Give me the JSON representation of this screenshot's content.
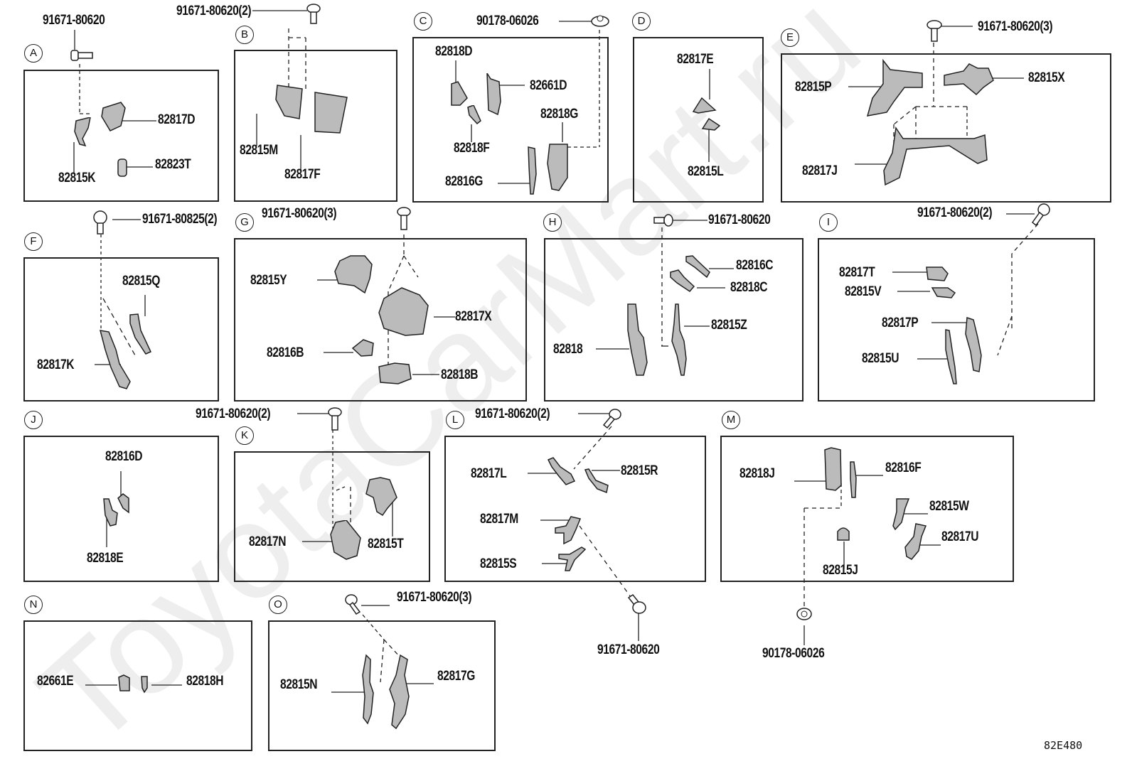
{
  "diagram_code": "82E480",
  "watermark": "ToyotaCarMart.ru",
  "groups": [
    {
      "id": "A",
      "fasteners": [
        {
          "code": "91671-80620"
        }
      ],
      "parts": [
        "82817D",
        "82815K",
        "82823T"
      ]
    },
    {
      "id": "B",
      "fasteners": [
        {
          "code": "91671-80620(2)"
        }
      ],
      "parts": [
        "82815M",
        "82817F"
      ]
    },
    {
      "id": "C",
      "fasteners": [
        {
          "code": "90178-06026"
        }
      ],
      "parts": [
        "82818D",
        "82661D",
        "82818G",
        "82818F",
        "82816G"
      ]
    },
    {
      "id": "D",
      "fasteners": [],
      "parts": [
        "82817E",
        "82815L"
      ]
    },
    {
      "id": "E",
      "fasteners": [
        {
          "code": "91671-80620(3)"
        }
      ],
      "parts": [
        "82815P",
        "82815X",
        "82817J"
      ]
    },
    {
      "id": "F",
      "fasteners": [
        {
          "code": "91671-80825(2)"
        }
      ],
      "parts": [
        "82815Q",
        "82817K"
      ]
    },
    {
      "id": "G",
      "fasteners": [
        {
          "code": "91671-80620(3)"
        }
      ],
      "parts": [
        "82815Y",
        "82817X",
        "82816B",
        "82818B"
      ]
    },
    {
      "id": "H",
      "fasteners": [
        {
          "code": "91671-80620"
        }
      ],
      "parts": [
        "82816C",
        "82818C",
        "82815Z",
        "82818"
      ]
    },
    {
      "id": "I",
      "fasteners": [
        {
          "code": "91671-80620(2)"
        }
      ],
      "parts": [
        "82817T",
        "82815V",
        "82817P",
        "82815U"
      ]
    },
    {
      "id": "J",
      "fasteners": [],
      "parts": [
        "82816D",
        "82818E"
      ]
    },
    {
      "id": "K",
      "fasteners": [
        {
          "code": "91671-80620(2)"
        }
      ],
      "parts": [
        "82817N",
        "82815T"
      ]
    },
    {
      "id": "L",
      "fasteners": [
        {
          "code": "91671-80620(2)"
        },
        {
          "code": "91671-80620"
        }
      ],
      "parts": [
        "82817L",
        "82815R",
        "82817M",
        "82815S"
      ]
    },
    {
      "id": "M",
      "fasteners": [
        {
          "code": "90178-06026"
        }
      ],
      "parts": [
        "82818J",
        "82816F",
        "82815W",
        "82817U",
        "82815J"
      ]
    },
    {
      "id": "N",
      "fasteners": [],
      "parts": [
        "82661E",
        "82818H"
      ]
    },
    {
      "id": "O",
      "fasteners": [
        {
          "code": "91671-80620(3)"
        }
      ],
      "parts": [
        "82815N",
        "82817G"
      ]
    }
  ]
}
